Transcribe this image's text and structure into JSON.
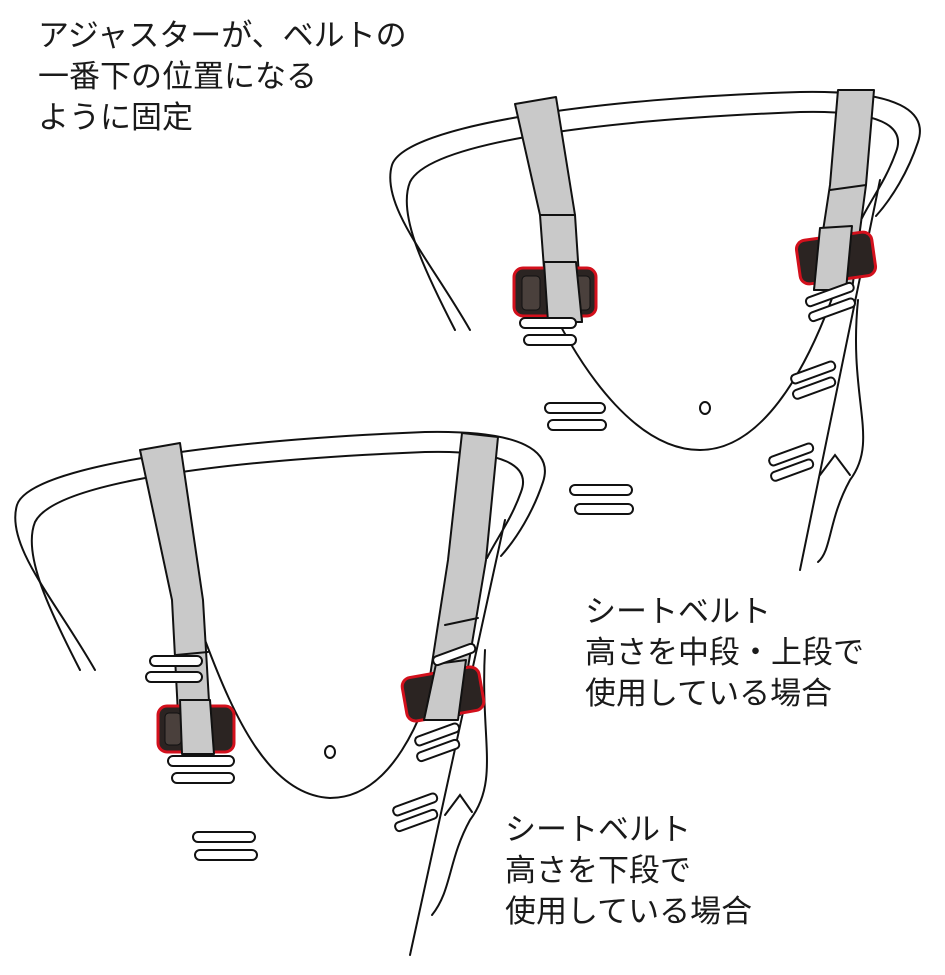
{
  "instruction": {
    "lines": [
      "アジャスターが、ベルトの",
      "一番下の位置になる",
      "ように固定"
    ]
  },
  "case_mid_upper": {
    "lines": [
      "シートベルト",
      "高さを中段・上段で",
      "使用している場合"
    ]
  },
  "case_lower": {
    "lines": [
      "シートベルト",
      "高さを下段で",
      "使用している場合"
    ]
  },
  "colors": {
    "belt": "#c9c9c9",
    "adjuster": "#2b2422",
    "adjuster_outline": "#d3101c"
  }
}
